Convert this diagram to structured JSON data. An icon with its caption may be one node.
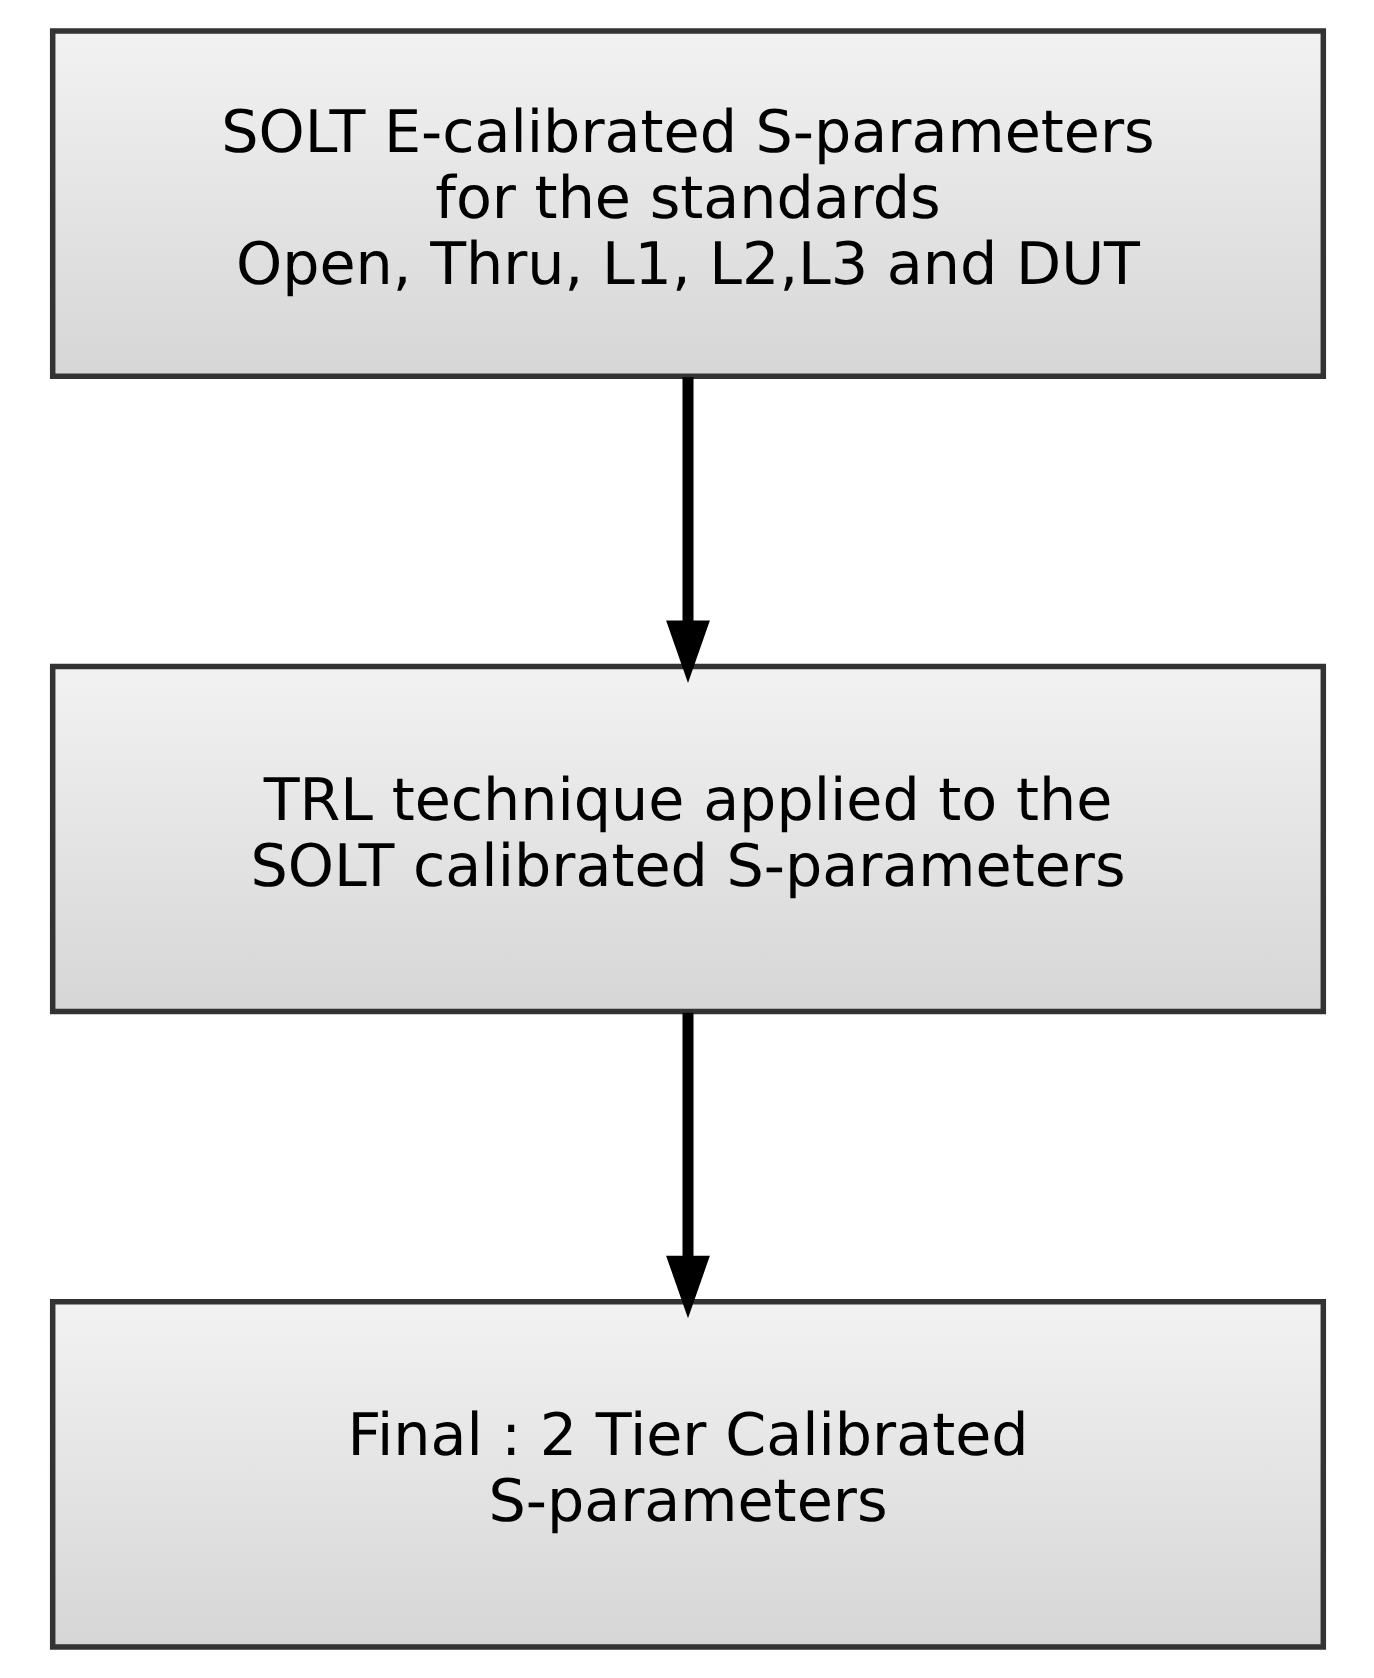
{
  "diagram": {
    "nodes": [
      {
        "text": [
          "SOLT E-calibrated S-parameters for the standards",
          "Open, Thru, L1, L2,L3 and DUT"
        ]
      },
      {
        "text": [
          "TRL technique applied to the SOLT calibrated S-parameters"
        ]
      },
      {
        "text": [
          "Final : 2 Tier Calibrated S-parameters"
        ]
      }
    ],
    "edges": [
      {
        "from": 0,
        "to": 1,
        "arrow": "to"
      },
      {
        "from": 1,
        "to": 2,
        "arrow": "to"
      }
    ]
  }
}
